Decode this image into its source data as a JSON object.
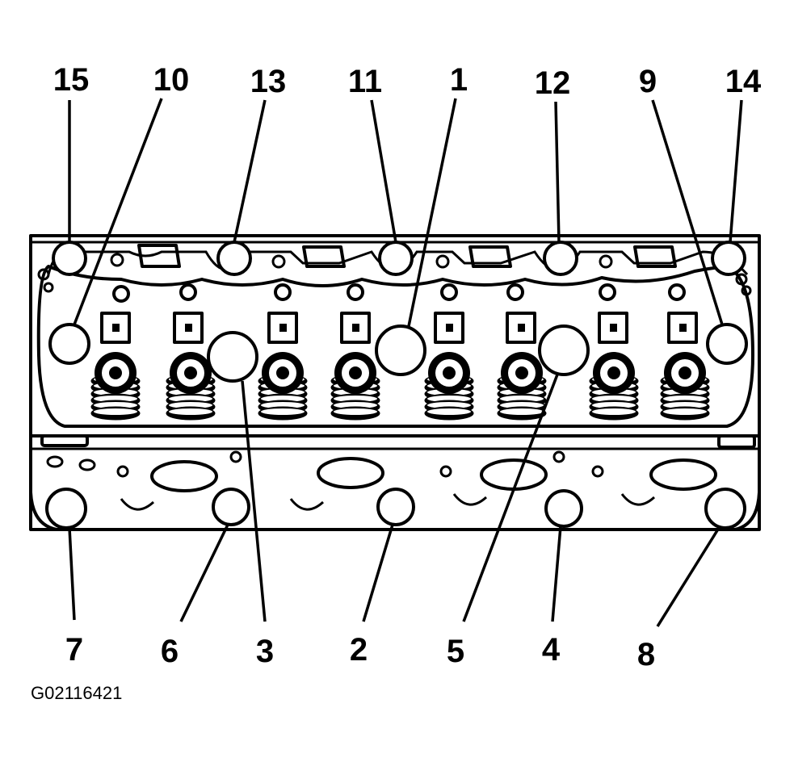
{
  "figure_id": "G02116421",
  "bolt_callouts": [
    "15",
    "10",
    "13",
    "11",
    "1",
    "12",
    "9",
    "14",
    "7",
    "6",
    "3",
    "2",
    "5",
    "4",
    "8"
  ]
}
